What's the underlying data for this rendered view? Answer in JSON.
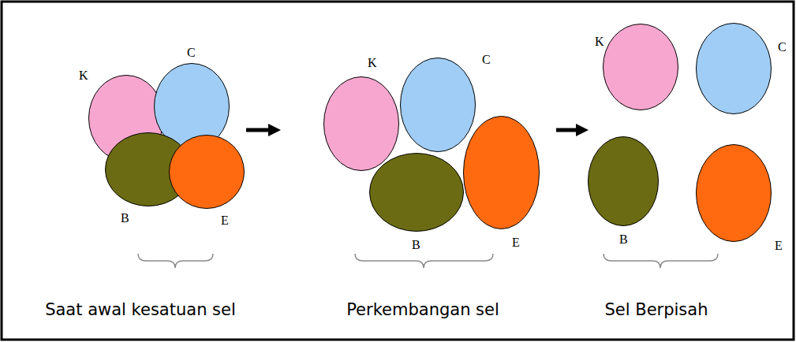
{
  "diagram": {
    "nodes": [
      {
        "text": [
          "K"
        ]
      },
      {
        "text": [
          "C"
        ]
      },
      {
        "text": [
          "B"
        ]
      },
      {
        "text": [
          "E"
        ]
      },
      {
        "text": [
          "K"
        ]
      },
      {
        "text": [
          "C"
        ]
      },
      {
        "text": [
          "B"
        ]
      },
      {
        "text": [
          "E"
        ]
      },
      {
        "text": [
          "K"
        ]
      },
      {
        "text": [
          "C"
        ]
      },
      {
        "text": [
          "B"
        ]
      },
      {
        "text": [
          "E"
        ]
      }
    ],
    "labels": [
      "Saat awal kesatuan sel",
      "Perkembangan sel",
      "Sel Berpisah"
    ]
  }
}
